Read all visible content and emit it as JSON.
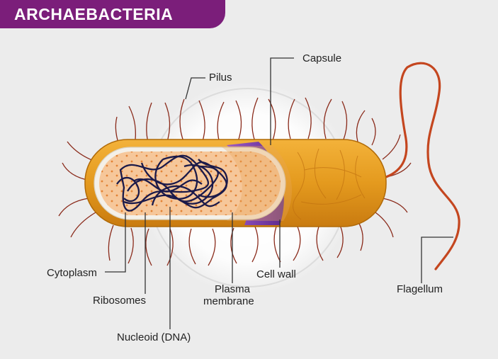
{
  "title": "ARCHAEBACTERIA",
  "labels": {
    "capsule": "Capsule",
    "pilus": "Pilus",
    "cytoplasm": "Cytoplasm",
    "ribosomes": "Ribosomes",
    "nucleoid": "Nucleoid (DNA)",
    "plasma_line1": "Plasma",
    "plasma_line2": "membrane",
    "cell_wall": "Cell wall",
    "flagellum": "Flagellum"
  },
  "colors": {
    "banner": "#7b1e7a",
    "background": "#ececec",
    "capsule": "#e49a1e",
    "cell_wall": "#7a3aa8",
    "cytoplasm": "#f6c79a",
    "dna": "#1b1a4a",
    "pili": "#8a2a1a",
    "flagellum": "#c4461f"
  }
}
